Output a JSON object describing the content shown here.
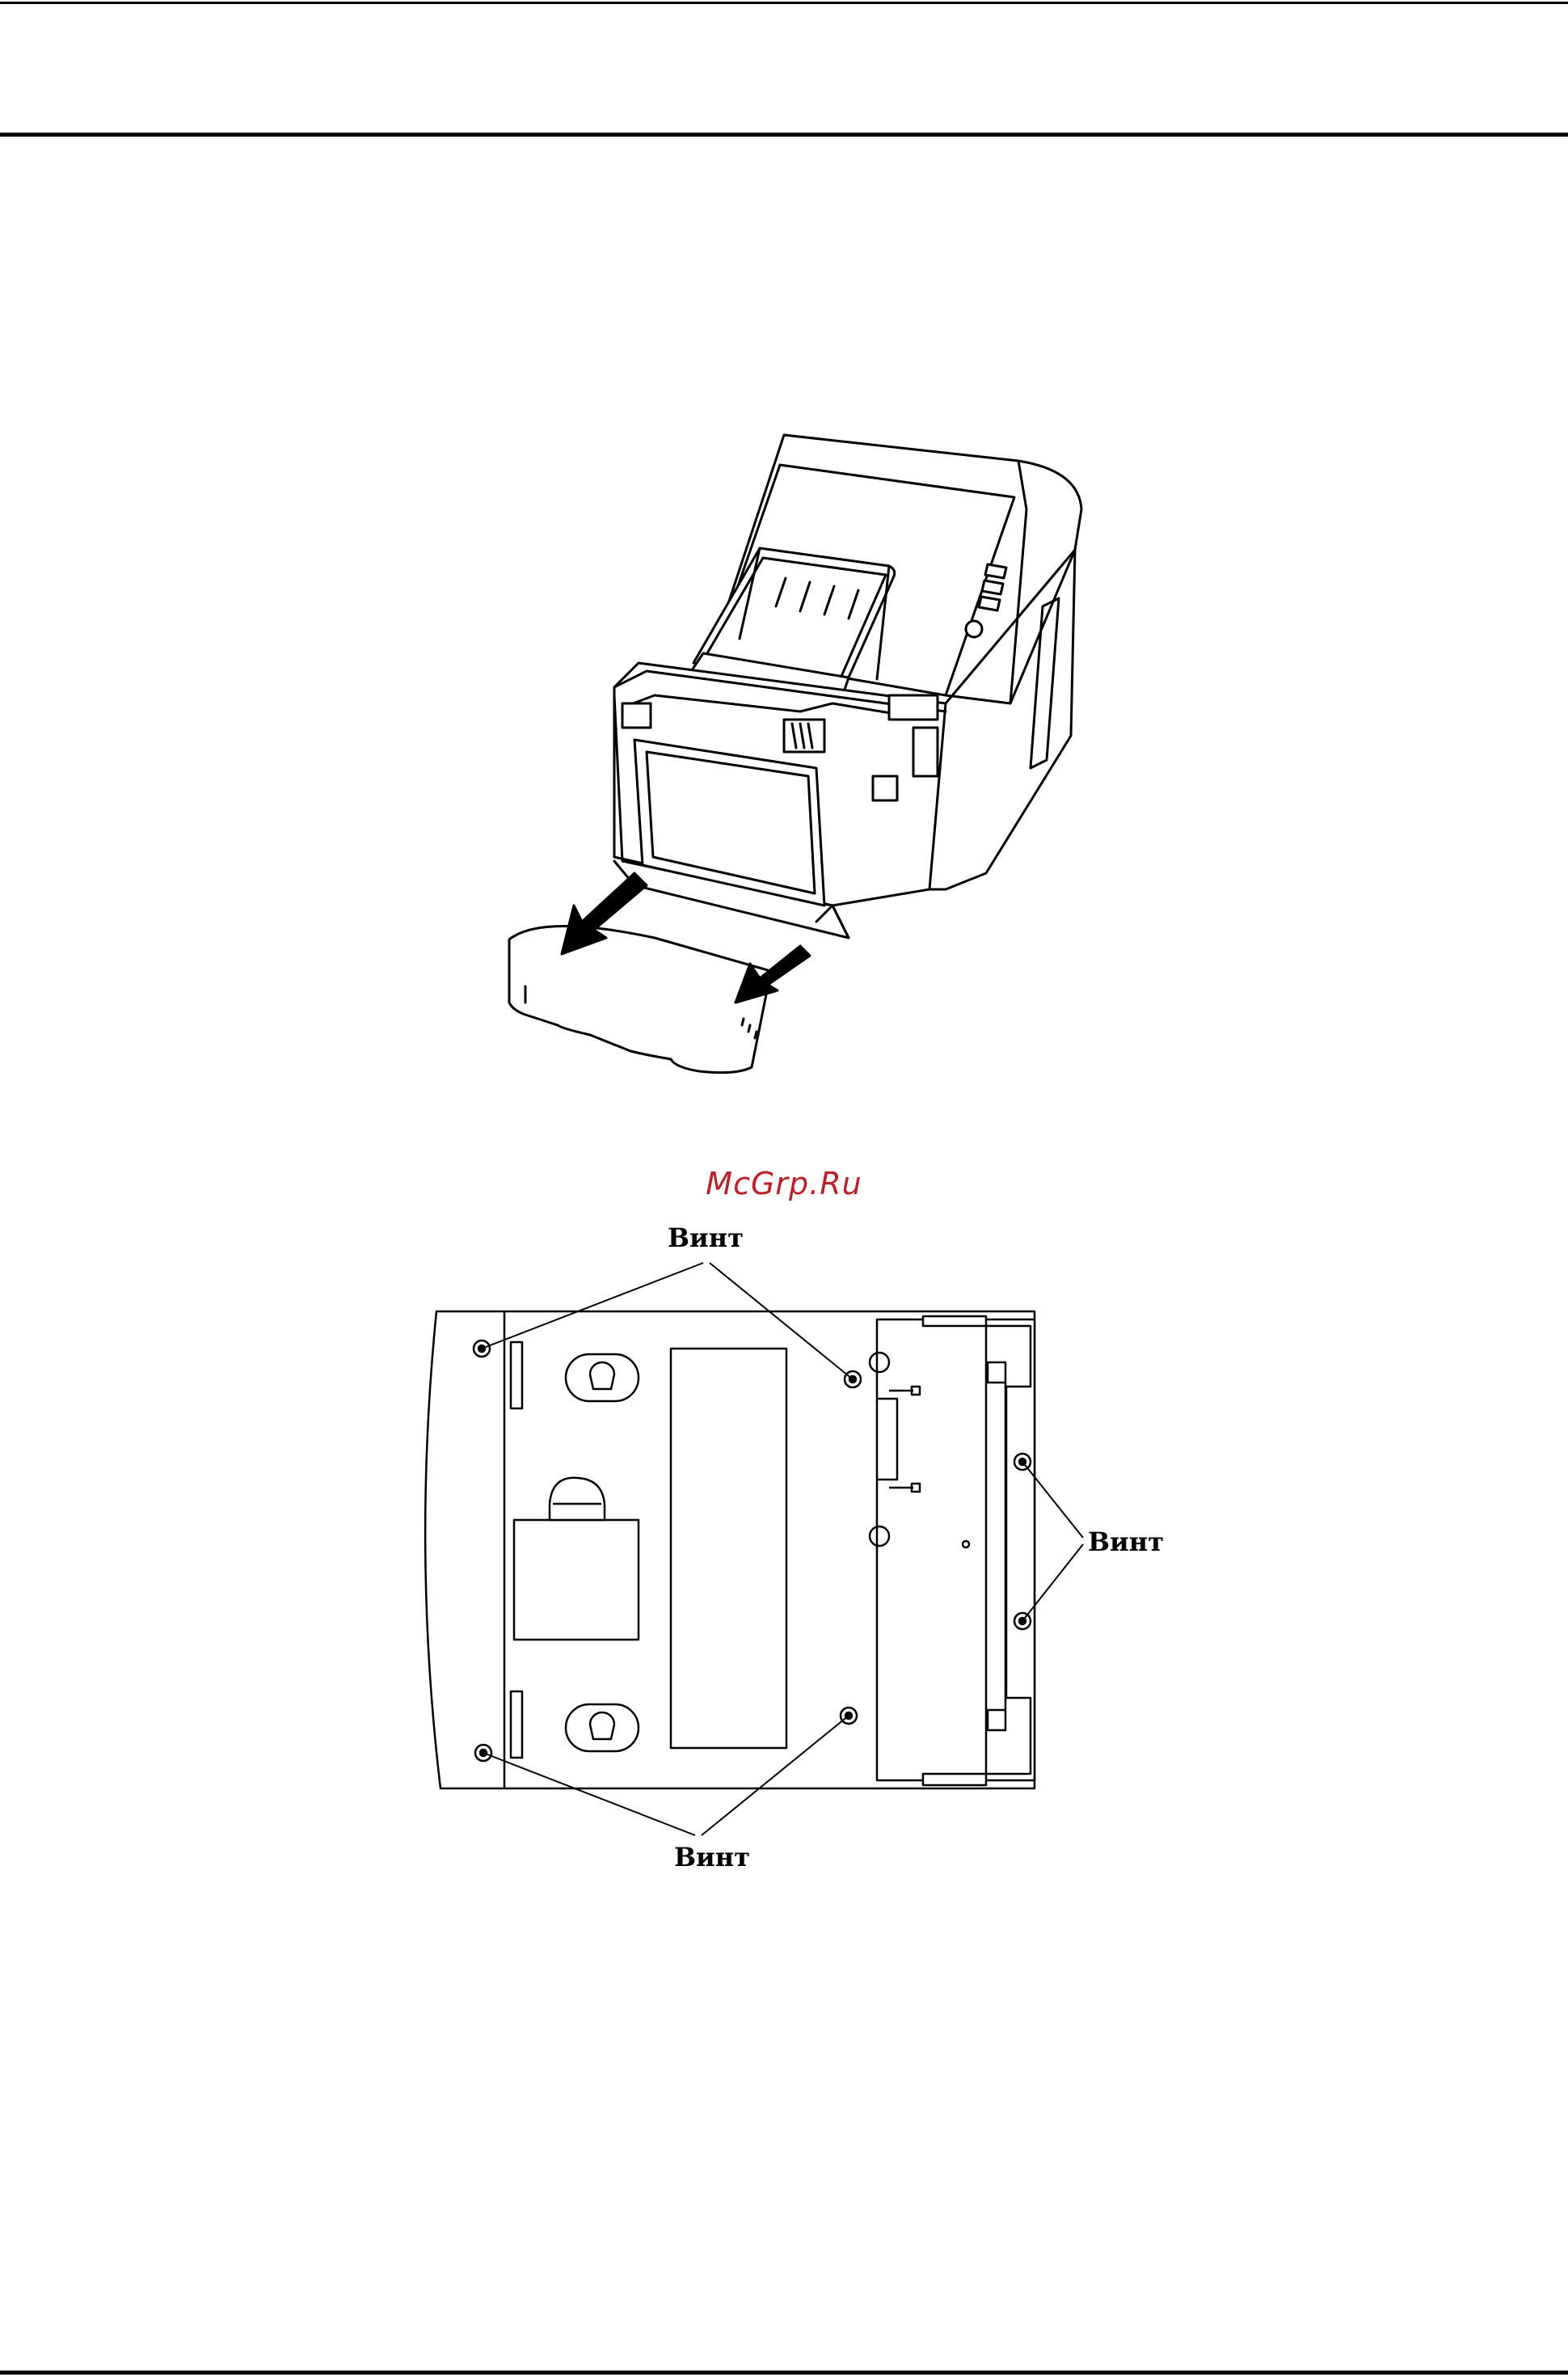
{
  "watermark": "McGrp.Ru",
  "labels": {
    "screw_top": "Винт",
    "screw_right": "Винт",
    "screw_bottom": "Винт"
  },
  "colors": {
    "line": "#000000",
    "watermark": "#b8202a",
    "background": "#ffffff"
  },
  "icons": [
    "arrow-icon",
    "screw-icon"
  ]
}
